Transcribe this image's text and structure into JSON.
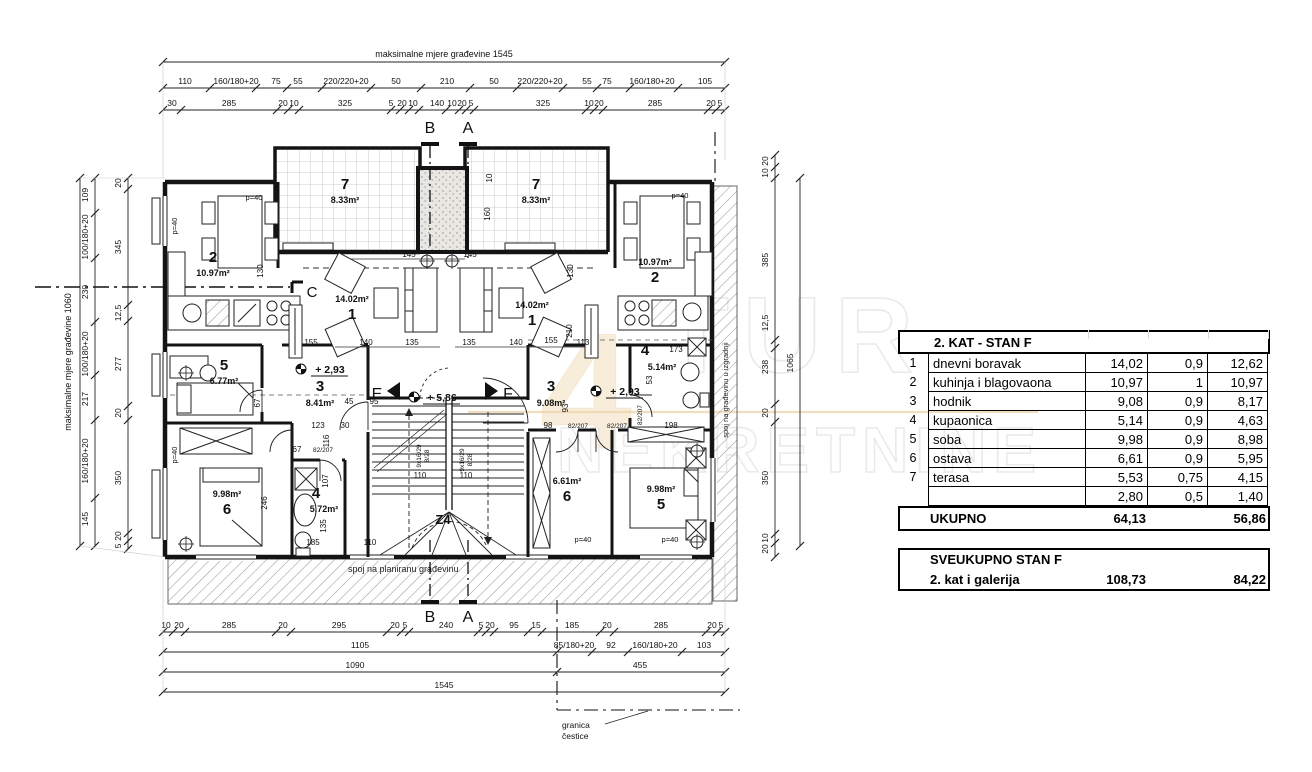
{
  "table": {
    "title": "2. KAT - STAN F",
    "rows": [
      [
        "1",
        "dnevni boravak",
        "14,02",
        "0,9",
        "12,62"
      ],
      [
        "2",
        "kuhinja i blagovaona",
        "10,97",
        "1",
        "10,97"
      ],
      [
        "3",
        "hodnik",
        "9,08",
        "0,9",
        "8,17"
      ],
      [
        "4",
        "kupaonica",
        "5,14",
        "0,9",
        "4,63"
      ],
      [
        "5",
        "soba",
        "9,98",
        "0,9",
        "8,98"
      ],
      [
        "6",
        "ostava",
        "6,61",
        "0,9",
        "5,95"
      ],
      [
        "7",
        "terasa",
        "5,53",
        "0,75",
        "4,15"
      ],
      [
        "",
        "",
        "2,80",
        "0,5",
        "1,40"
      ]
    ],
    "total_label": "UKUPNO",
    "total_area": "64,13",
    "total_reduced": "56,86",
    "grand_line1": "SVEUKUPNO STAN F",
    "grand_line2": "2. kat i galerija",
    "grand_area": "108,73",
    "grand_reduced": "84,22"
  },
  "plan": {
    "top": {
      "overall": "maksimalne mjere građevine 1545",
      "row2": [
        "110",
        "160/180+20",
        "75",
        "55",
        "220/220+20",
        "50",
        "210",
        "50",
        "220/220+20",
        "55",
        "75",
        "160/180+20",
        "105"
      ],
      "row3": [
        "30",
        "285",
        "20",
        "10",
        "325",
        "5",
        "20",
        "10",
        "140",
        "10",
        "20",
        "5",
        "325",
        "10",
        "20",
        "285",
        "20",
        "5"
      ]
    },
    "left": {
      "overall": "maksimalne mjere građevine 1060",
      "row2": [
        "109",
        "100/180+20",
        "230",
        "100/180+20",
        "217",
        "160/180+20",
        "145"
      ],
      "row3": [
        "20",
        "345",
        "12,5",
        "277",
        "20",
        "350",
        "20",
        "5"
      ]
    },
    "right": {
      "inner": [
        "20",
        "10",
        "385",
        "12,5",
        "238",
        "20",
        "350",
        "10",
        "20"
      ],
      "overall": "1065"
    },
    "bottom": {
      "row1": [
        "10",
        "20",
        "285",
        "20",
        "295",
        "20",
        "5",
        "240",
        "5",
        "20",
        "95",
        "15",
        "185",
        "20",
        "285",
        "20",
        "5"
      ],
      "row2": [
        "1105",
        "85/180+20",
        "92",
        "160/180+20",
        "103"
      ],
      "row3": [
        "1090",
        "455"
      ],
      "row4": "1545",
      "granica1": "granica",
      "granica2": "čestice"
    },
    "sections": {
      "b": "B",
      "a": "A",
      "c": "C",
      "e": "E",
      "f": "F"
    },
    "bands": {
      "bottom": "spoj na planiranu građevinu",
      "right": "spoj na građevinu u izgradnji"
    },
    "rooms": [
      {
        "n": "2",
        "a": "10.97m²"
      },
      {
        "n": "7",
        "a": "8.33m²"
      },
      {
        "n": "1",
        "a": "14.02m²"
      },
      {
        "n": "5",
        "a": "6.77m²"
      },
      {
        "n": "3",
        "a": "8.41m²"
      },
      {
        "n": "6",
        "a": "9.98m²"
      },
      {
        "n": "4",
        "a": "5.72m²"
      },
      {
        "n": "7",
        "a": "8.33m²"
      },
      {
        "n": "2",
        "a": "10.97m²"
      },
      {
        "n": "1",
        "a": "14.02m²"
      },
      {
        "n": "3",
        "a": "9.08m²"
      },
      {
        "n": "4",
        "a": "5.14m²"
      },
      {
        "n": "6",
        "a": "6.61m²"
      },
      {
        "n": "5",
        "a": "9.98m²"
      }
    ],
    "levels": [
      "+ 2,93",
      "+ 5,86",
      "+ 2,93"
    ],
    "p40": "p=40",
    "stair": {
      "z": "Z4",
      "s1": "9x16/29",
      "s2": "8/28"
    },
    "dims_inner": [
      "145",
      "130",
      "155",
      "140",
      "135",
      "67",
      "45",
      "95",
      "123",
      "30",
      "67",
      "82/207",
      "116",
      "107",
      "135",
      "185",
      "110",
      "246",
      "145",
      "130",
      "135",
      "140",
      "155",
      "113",
      "173",
      "210",
      "53",
      "93",
      "82/207",
      "110",
      "110",
      "160",
      "10",
      "98",
      "82/207",
      "82/207",
      "198"
    ]
  },
  "watermark": {
    "logo": "4",
    "l1": "TUR",
    "l2": "NEKRETNINE"
  },
  "colors": {
    "gold": "#d9a853",
    "line": "#1a1a1a",
    "hatch": "#9b9b9b"
  }
}
